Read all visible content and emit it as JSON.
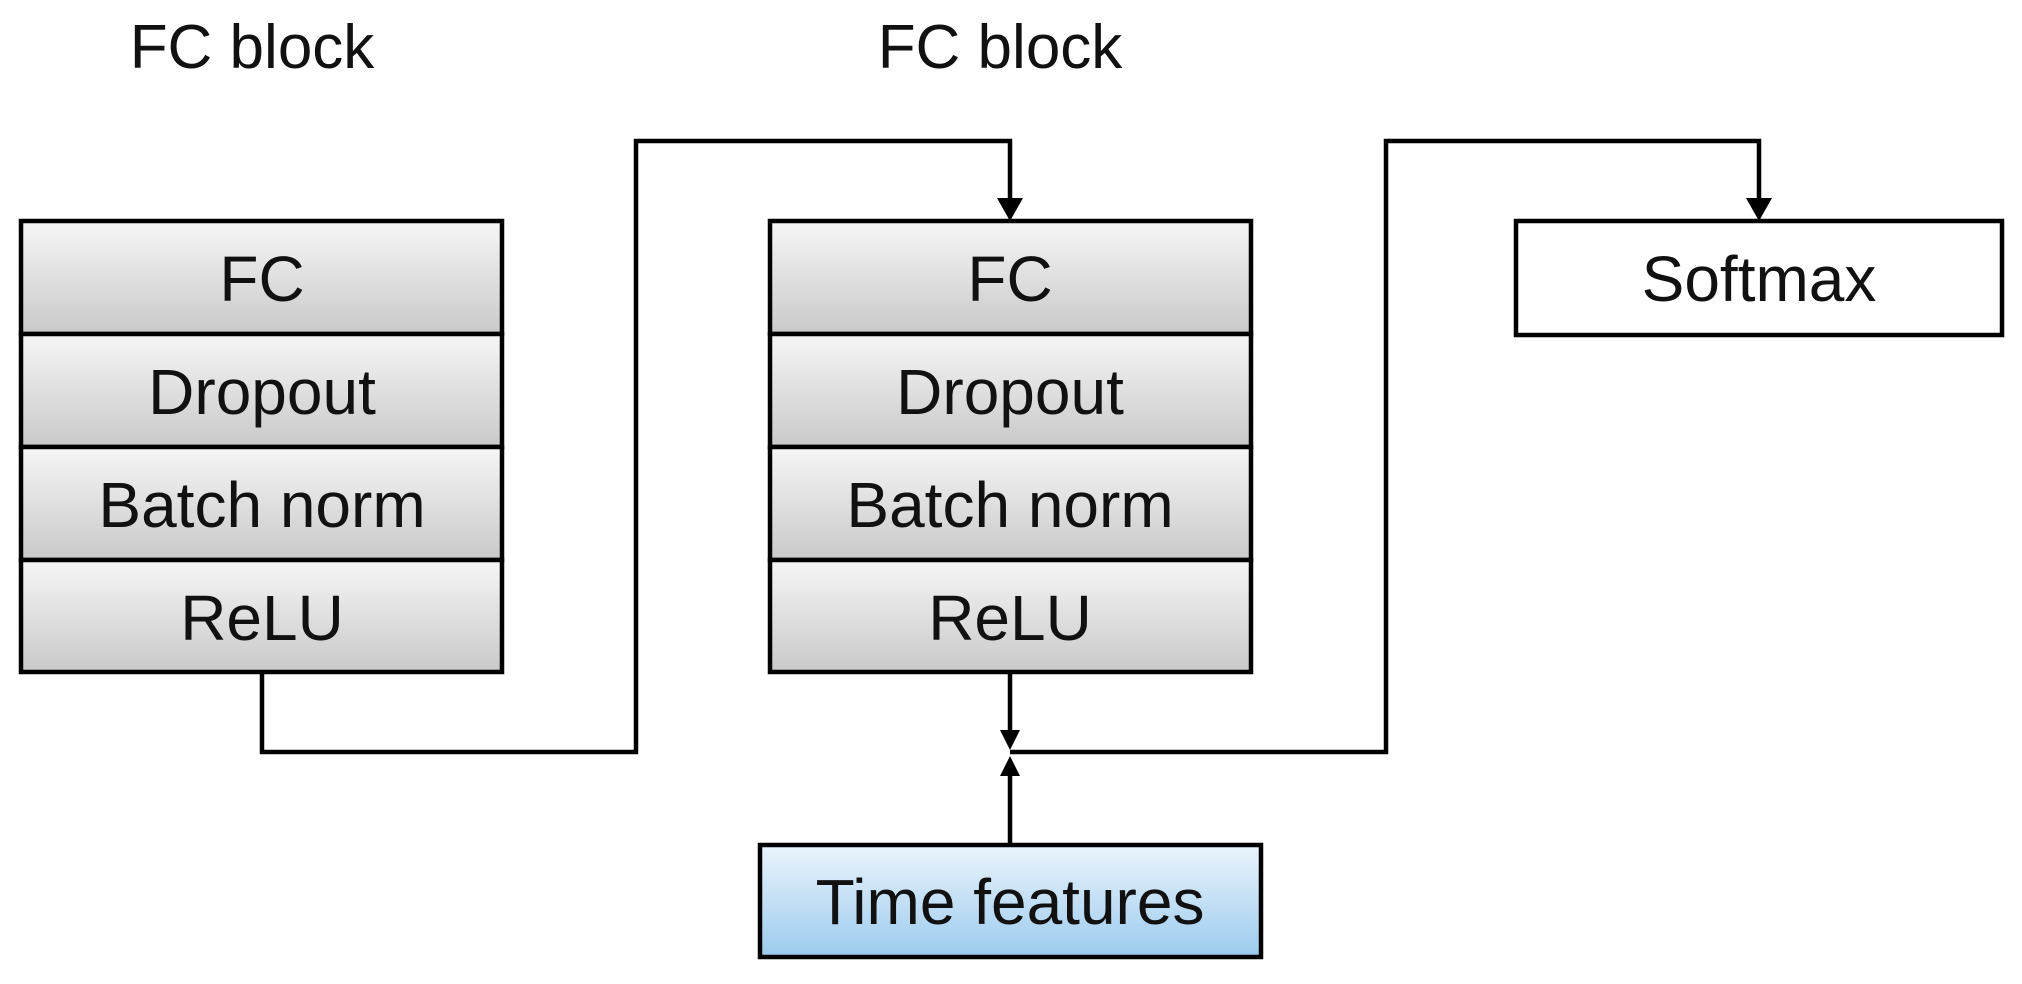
{
  "blocks": [
    {
      "title": "FC block",
      "layers": [
        "FC",
        "Dropout",
        "Batch norm",
        "ReLU"
      ]
    },
    {
      "title": "FC block",
      "layers": [
        "FC",
        "Dropout",
        "Batch norm",
        "ReLU"
      ]
    }
  ],
  "softmax": {
    "label": "Softmax"
  },
  "time_features": {
    "label": "Time features"
  },
  "colors": {
    "layer_gradient_top": "#f6f6f6",
    "layer_gradient_bottom": "#c9c9c9",
    "time_gradient_top": "#eaf4fc",
    "time_gradient_bottom": "#9ccbee",
    "line": "#000000",
    "text": "#111111"
  }
}
